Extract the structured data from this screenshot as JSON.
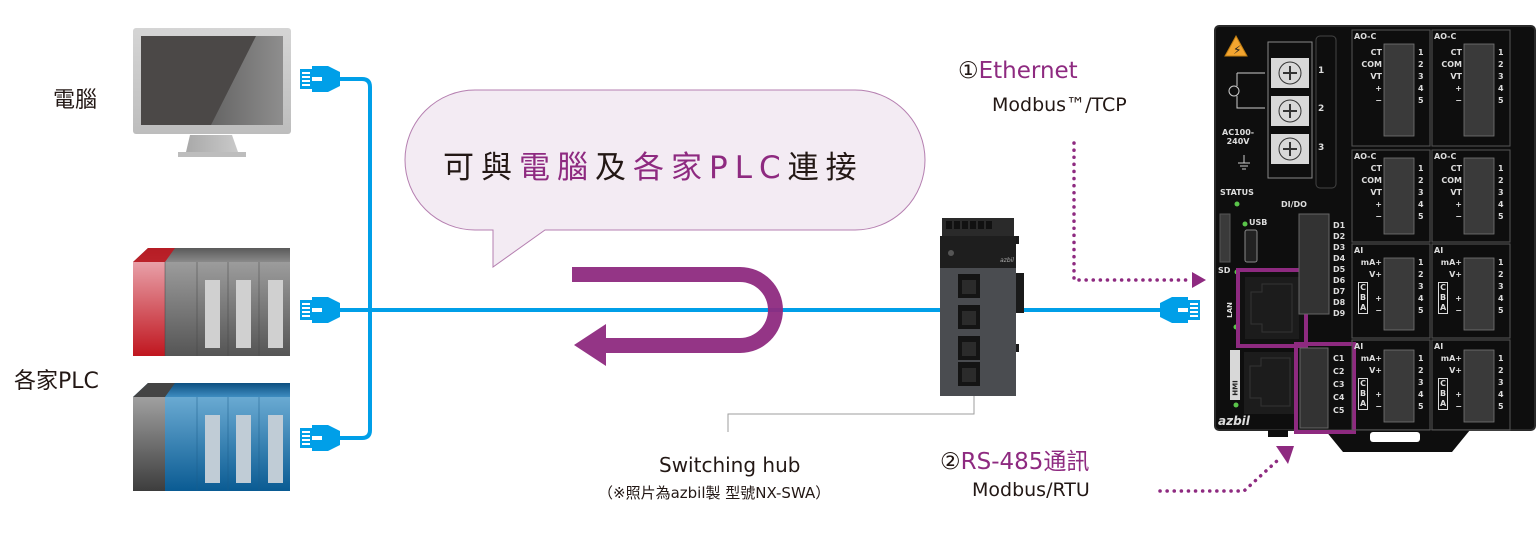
{
  "labels": {
    "computer": "電腦",
    "plc": "各家PLC"
  },
  "bubble": {
    "part1": "可與",
    "part2": "電腦",
    "part3": "及",
    "part4": "各家PLC",
    "part5": "連接"
  },
  "hub": {
    "title": "Switching hub",
    "note": "（※照片為azbil製 型號NX-SWA）",
    "brand": "azbil"
  },
  "ethernet": {
    "number": "①",
    "name": "Ethernet",
    "protocol": "Modbus™/TCP"
  },
  "rs485": {
    "number": "②",
    "name": "RS-485通訊",
    "protocol": "Modbus/RTU"
  },
  "controller": {
    "power_label": "AC100-\n240V",
    "power_line1": "AC100-",
    "power_line2": "240V",
    "terminals": [
      "1",
      "2",
      "3"
    ],
    "status": "STATUS",
    "dido": "DI/DO",
    "usb": "USB",
    "sd": "SD",
    "lan": "LAN",
    "hmi": "HMI",
    "brand": "azbil",
    "di_terminals": [
      "D1",
      "D2",
      "D3",
      "D4",
      "D5",
      "D6",
      "D7",
      "D8",
      "D9"
    ],
    "c_terminals": [
      "C1",
      "C2",
      "C3",
      "C4",
      "C5"
    ],
    "modules": [
      {
        "title": "AO-C",
        "pins": [
          "CT",
          "COM",
          "VT",
          "+",
          "−"
        ],
        "nums": [
          "1",
          "2",
          "3",
          "4",
          "5"
        ]
      },
      {
        "title": "AO-C",
        "pins": [
          "CT",
          "COM",
          "VT",
          "+",
          "−"
        ],
        "nums": [
          "1",
          "2",
          "3",
          "4",
          "5"
        ]
      },
      {
        "title": "AO-C",
        "pins": [
          "CT",
          "COM",
          "VT",
          "+",
          "−"
        ],
        "nums": [
          "1",
          "2",
          "3",
          "4",
          "5"
        ]
      },
      {
        "title": "AO-C",
        "pins": [
          "CT",
          "COM",
          "VT",
          "+",
          "−"
        ],
        "nums": [
          "1",
          "2",
          "3",
          "4",
          "5"
        ]
      },
      {
        "title": "AI",
        "pins": [
          "mA+",
          "V+",
          "",
          "+",
          "−"
        ],
        "nums": [
          "1",
          "2",
          "3",
          "4",
          "5"
        ],
        "cba": [
          "C",
          "B",
          "A"
        ]
      },
      {
        "title": "AI",
        "pins": [
          "mA+",
          "V+",
          "",
          "+",
          "−"
        ],
        "nums": [
          "1",
          "2",
          "3",
          "4",
          "5"
        ],
        "cba": [
          "C",
          "B",
          "A"
        ]
      },
      {
        "title": "AI",
        "pins": [
          "mA+",
          "V+",
          "",
          "+",
          "−"
        ],
        "nums": [
          "1",
          "2",
          "3",
          "4",
          "5"
        ],
        "cba": [
          "C",
          "B",
          "A"
        ]
      },
      {
        "title": "AI",
        "pins": [
          "mA+",
          "V+",
          "",
          "+",
          "−"
        ],
        "nums": [
          "1",
          "2",
          "3",
          "4",
          "5"
        ],
        "cba": [
          "C",
          "B",
          "A"
        ]
      }
    ]
  },
  "colors": {
    "cable": "#009fe8",
    "accent": "#8e2a80",
    "bubble_fill": "#f3ebf3",
    "bubble_stroke": "#b57fb0",
    "text": "#231815"
  }
}
